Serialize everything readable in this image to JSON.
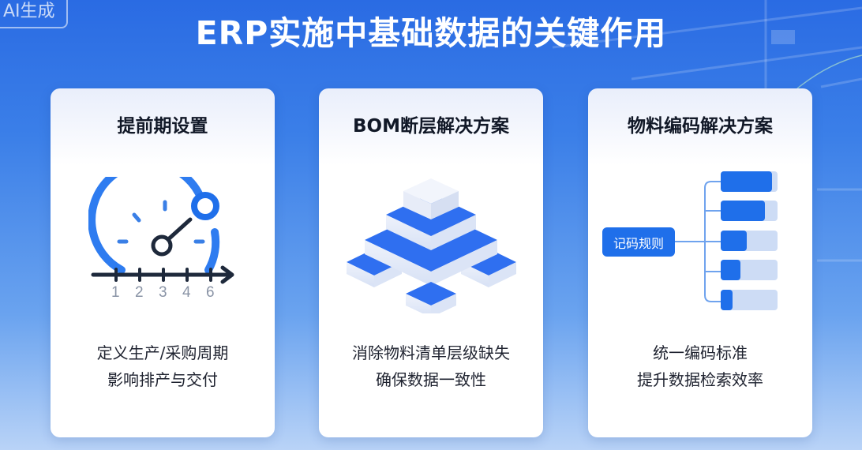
{
  "badge": {
    "label": "AI生成"
  },
  "header": {
    "title": "ERP实施中基础数据的关键作用"
  },
  "colors": {
    "accent": "#1f6fea",
    "dark": "#1e293b",
    "light_block": "#e6ecf9",
    "bar_bg": "#cddcf5"
  },
  "cards": [
    {
      "title": "提前期设置",
      "icon": "gauge-timeline-icon",
      "axis_ticks": [
        "1",
        "2",
        "3",
        "4",
        "6"
      ],
      "desc": [
        "定义生产/采购周期",
        "影响排产与交付"
      ]
    },
    {
      "title": "BOM断层解决方案",
      "icon": "layered-pyramid-icon",
      "desc": [
        "消除物料清单层级缺失",
        "确保数据一致性"
      ]
    },
    {
      "title": "物料编码解决方案",
      "icon": "code-tree-icon",
      "rule_label": "记码规则",
      "bar_fill_ratios": [
        0.9,
        0.78,
        0.45,
        0.34,
        0.2
      ],
      "desc": [
        "统一编码标准",
        "提升数据检索效率"
      ]
    }
  ]
}
